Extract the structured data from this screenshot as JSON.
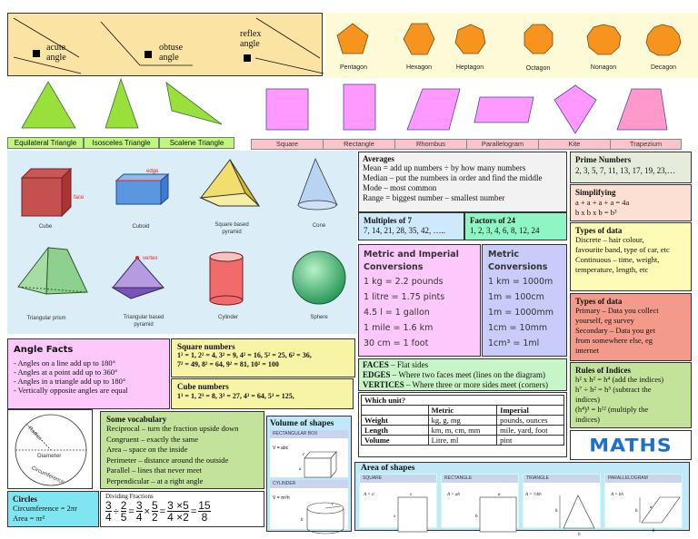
{
  "angles": {
    "items": [
      {
        "label_line1": "acute",
        "label_line2": "angle"
      },
      {
        "label_line1": "obtuse",
        "label_line2": "angle"
      },
      {
        "label_line1": "reflex",
        "label_line2": "angle"
      }
    ]
  },
  "polygons": {
    "fill": "#f7941d",
    "items": [
      "Pentagon",
      "Hexagon",
      "Heptagon",
      "Octagon",
      "Nonagon",
      "Decagon"
    ]
  },
  "triangles": {
    "fill": "#99e03a",
    "items": [
      "Equilateral Triangle",
      "Isosceles Triangle",
      "Scalene Triangle"
    ]
  },
  "quadrilaterals": {
    "fill": "#ff99ff",
    "items": [
      "Square",
      "Rectangle",
      "Rhombus",
      "Parallelogram",
      "Kite",
      "Trapezium"
    ]
  },
  "solids": {
    "annotations": {
      "face": "face",
      "edge": "edge",
      "vertex": "vertex"
    },
    "items": [
      {
        "name": "Cube"
      },
      {
        "name": "Cuboid"
      },
      {
        "name": "Square based",
        "name2": "pyramid"
      },
      {
        "name": "Cone"
      },
      {
        "name": "Triangular prism"
      },
      {
        "name": "Triangular based",
        "name2": "pyramid"
      },
      {
        "name": "Cylinder"
      },
      {
        "name": "Sphere"
      }
    ]
  },
  "averages": {
    "title": "Averages",
    "lines": [
      "Mean = add up numbers ÷ by how many numbers",
      "Median – put the numbers in order and find the middle",
      "Mode – most common",
      "Range = biggest number – smallest number"
    ]
  },
  "primes": {
    "title": "Prime Numbers",
    "value": "2, 3, 5, 7, 11, 13, 17, 19, 23,…"
  },
  "simplifying": {
    "title": "Simplifying",
    "line1": "a + a + a + a = 4a",
    "line2": "b x b x b = b³"
  },
  "multiples7": {
    "title": "Multiples of 7",
    "value": "7, 14, 21, 28, 35, 42, ….."
  },
  "factors24": {
    "title": "Factors of 24",
    "value": "1, 2, 3, 4, 6, 8, 12, 24"
  },
  "types_data_1": {
    "title": "Types of data",
    "lines": [
      "Discrete – hair colour,",
      "favourite band, type of car, etc",
      "Continuous – time, weight,",
      "temperature, length, etc"
    ]
  },
  "metric_imperial": {
    "title1": "Metric and Imperial",
    "title2": "Conversions",
    "lines": [
      "1 kg = 2.2 pounds",
      "1 litre = 1.75 pints",
      "4.5 l = 1 gallon",
      "1 mile = 1.6 km",
      "30 cm = 1 foot"
    ]
  },
  "metric": {
    "title1": "Metric",
    "title2": "Conversions",
    "lines": [
      "1 km = 1000m",
      "1m = 100cm",
      "1m = 1000mm",
      "1cm = 10mm",
      "1cm³ = 1ml"
    ]
  },
  "types_data_2": {
    "title": "Types of data",
    "lines": [
      "Primary – Data you collect",
      "yourself, eg survey",
      "Secondary – Data you get",
      "from somewhere else, eg",
      "internet"
    ]
  },
  "angle_facts": {
    "title": "Angle Facts",
    "lines": [
      "- Angles on a line add up to 180°",
      "- Angles at a point add up to 360°",
      "- Angles in a triangle add up to 180°",
      "- Vertically opposite angles are equal"
    ]
  },
  "square_numbers": {
    "title": "Square numbers",
    "line1": "1² = 1, 2² = 4, 3² = 9, 4² = 16, 5² = 25, 6² = 36,",
    "line2": "7² = 49, 8² = 64, 9² = 81, 10² = 100"
  },
  "cube_numbers": {
    "title": "Cube numbers",
    "line1": "1³ = 1, 2³ = 8, 3³ = 27, 4³ = 64, 5³ = 125,"
  },
  "fev": {
    "faces_term": "FACES",
    "faces_def": " – Flat sides",
    "edges_term": "EDGES",
    "edges_def": " – Where two faces meet (lines on the diagram)",
    "vertices_term": "VERTICES",
    "vertices_def": " – Where three or more sides meet (corners)"
  },
  "rules_indices": {
    "title": "Rules of Indices",
    "lines": [
      "h² x h² = h⁴   (add the indices)",
      "h⁷ ÷ h² = h⁵   (subtract the",
      "indices)",
      "(h⁴)³ = h¹²   (multiply the",
      "indices)"
    ]
  },
  "which_unit": {
    "title": "Which unit?",
    "headers": [
      "",
      "Metric",
      "Imperial"
    ],
    "rows": [
      [
        "Weight",
        "kg, g, mg",
        "pounds, ounces"
      ],
      [
        "Length",
        "km, m, cm, mm",
        "mile, yard, foot"
      ],
      [
        "Volume",
        "Litre, ml",
        "pint"
      ]
    ]
  },
  "logo": {
    "text": "MATHS",
    "color": "#1f6fd0"
  },
  "circle_diagram": {
    "radius": "Radius",
    "diameter": "Diameter",
    "circumference": "Circumference"
  },
  "vocabulary": {
    "title": "Some vocabulary",
    "lines": [
      "Reciprocal – turn the fraction upside down",
      "Congruent – exactly the same",
      "Area – space on the inside",
      "Perimeter – distance around the outside",
      "Parallel – lines that never meet",
      "Perpendicular – at a right angle"
    ]
  },
  "volume": {
    "title": "Volume of shapes",
    "box_head": "RECTANGULAR BOX",
    "box_formula": "V = abc",
    "cyl_head": "CYLINDER",
    "cyl_formula": "V = πr²h",
    "labels": {
      "a": "a",
      "b": "b",
      "c": "c",
      "r": "r",
      "h": "h"
    }
  },
  "circles": {
    "title": "Circles",
    "line1": "Circumference = 2πr",
    "line2": "Area = πr²"
  },
  "dividing": {
    "title": "Dividing Fractions",
    "f1n": "3",
    "f1d": "4",
    "op1": "÷",
    "f2n": "2",
    "f2d": "5",
    "eq1": "=",
    "f3n": "3",
    "f3d": "4",
    "op2": "×",
    "f4n": "5",
    "f4d": "2",
    "eq2": "=",
    "f5n": "3 ×5",
    "f5d": "4 ×2",
    "eq3": "=",
    "f6n": "15",
    "f6d": "8"
  },
  "area": {
    "title": "Area of shapes",
    "cells": [
      {
        "head": "SQUARE",
        "formula": "A = s²",
        "l1": "s",
        "l2": "s"
      },
      {
        "head": "RECTANGLE",
        "formula": "A = ab",
        "l1": "a",
        "l2": "b"
      },
      {
        "head": "TRIANGLE",
        "formula": "A = ½bh",
        "l1": "h",
        "l2": "b"
      },
      {
        "head": "PARALLELOGRAM",
        "formula": "A = bh",
        "l1": "h",
        "l2": "b"
      }
    ]
  }
}
